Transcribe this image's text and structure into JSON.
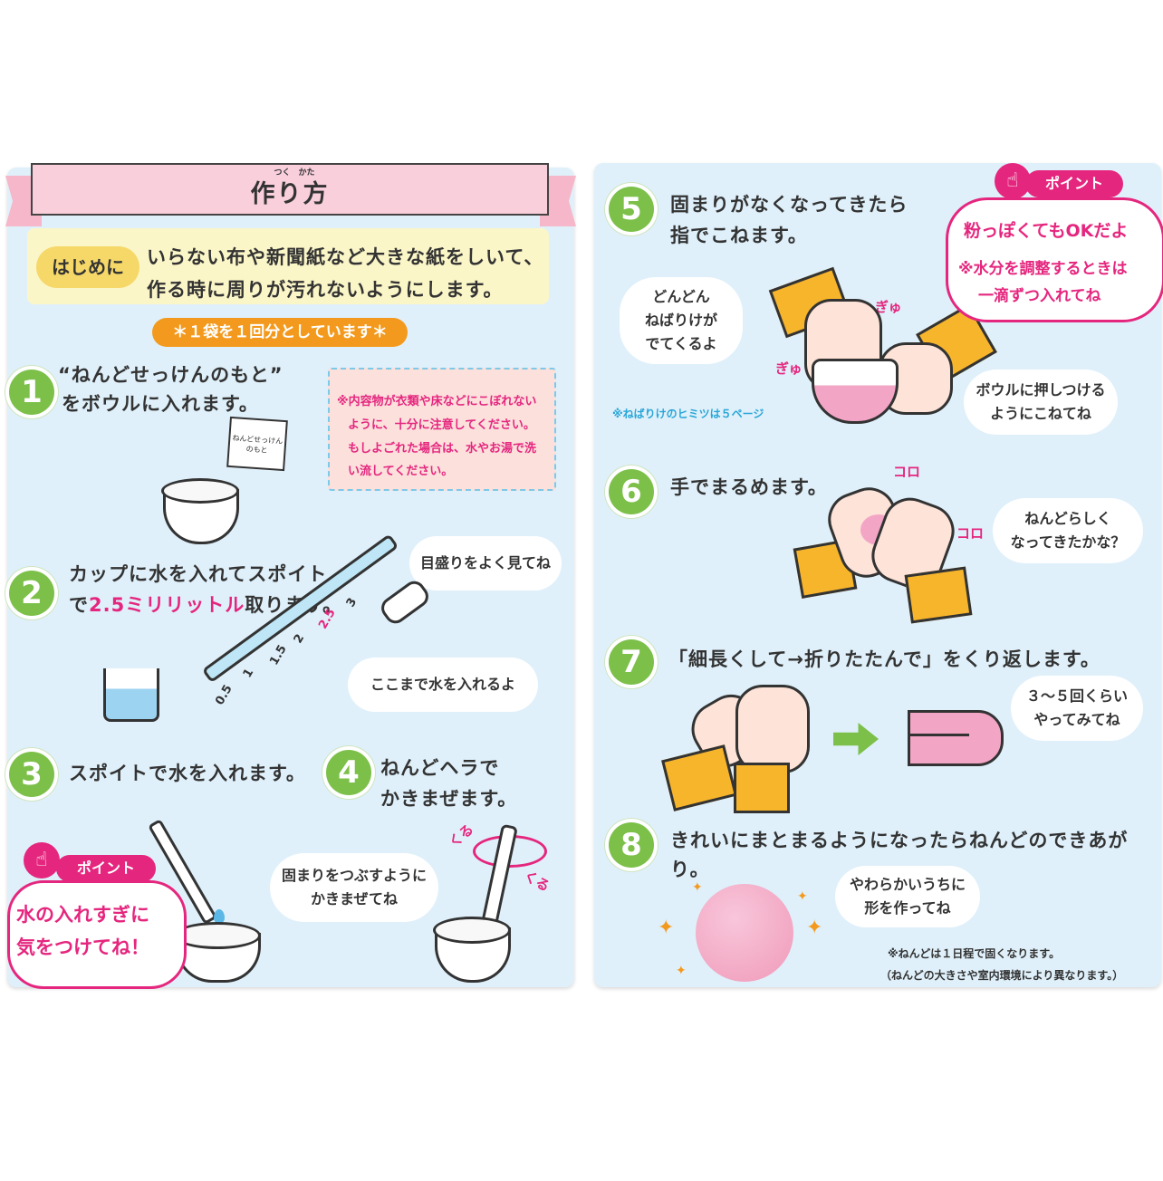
{
  "title": {
    "text": "作り方",
    "ruby": "つく　かた"
  },
  "intro": {
    "label": "はじめに",
    "line1": "いらない布や新聞紙など大きな紙をしいて、",
    "line2": "作る時に周りが汚れないようにします。"
  },
  "note_one_bag": "＊１袋を１回分としています＊",
  "caution": {
    "line1": "※内容物が衣類や床などにこぼれない",
    "line2": "ように、十分に注意してください。",
    "line3": "もしよごれた場合は、水やお湯で洗",
    "line4": "い流してください。"
  },
  "steps": [
    {
      "num": "1",
      "line1": "“ねんどせっけんのもと”",
      "line2": "をボウルに入れます。",
      "packet": "ねんどせっけん\nのもと"
    },
    {
      "num": "2",
      "line1": "カップに水を入れてスポイト",
      "line2a": "で",
      "line2b": "2.5ミリリットル",
      "line2c": "取ります。",
      "bubble1": "目盛りをよく見てね",
      "bubble2": "ここまで水を入れるよ",
      "scale": [
        "0.5",
        "1",
        "1.5",
        "2",
        "2.5",
        "3"
      ]
    },
    {
      "num": "3",
      "line1": "スポイトで水を入れます。"
    },
    {
      "num": "4",
      "line1": "ねんどヘラで",
      "line2": "かきまぜます。",
      "bubble": "固まりをつぶすように\nかきまぜてね",
      "kuru1": "くる",
      "kuru2": "くる"
    },
    {
      "num": "5",
      "line1": "固まりがなくなってきたら",
      "line2": "指でこねます。",
      "bubble1": "どんどん\nねばりけが\nでてくるよ",
      "bubble2": "ボウルに押しつける\nようにこねてね",
      "gyu1": "ぎゅ",
      "gyu2": "ぎゅ",
      "note": "※ねばりけのヒミツは５ページ"
    },
    {
      "num": "6",
      "line1": "手でまるめます。",
      "bubble": "ねんどらしく\nなってきたかな？",
      "koro1": "コロ",
      "koro2": "コロ"
    },
    {
      "num": "7",
      "line1": "「細長くして→折りたたんで」をくり返します。",
      "bubble": "３～５回くらい\nやってみてね"
    },
    {
      "num": "8",
      "line1": "きれいにまとまるようになったらねんどのできあがり。",
      "bubble": "やわらかいうちに\n形を作ってね",
      "note1": "※ねんどは１日程で固くなります。",
      "note2": "（ねんどの大きさや室内環境により異なります。）"
    }
  ],
  "point_left": {
    "tag": "ポイント",
    "line1": "水の入れすぎに",
    "line2": "気をつけてね！"
  },
  "point_right": {
    "tag": "ポイント",
    "line1": "粉っぽくてもOKだよ",
    "line2": "※水分を調整するときは",
    "line3": "一滴ずつ入れてね"
  },
  "colors": {
    "panel": "#dff0fa",
    "step_green": "#7cc04a",
    "accent_pink": "#e5267e",
    "orange": "#f39a1e",
    "clay_pink": "#f3a5c5"
  }
}
